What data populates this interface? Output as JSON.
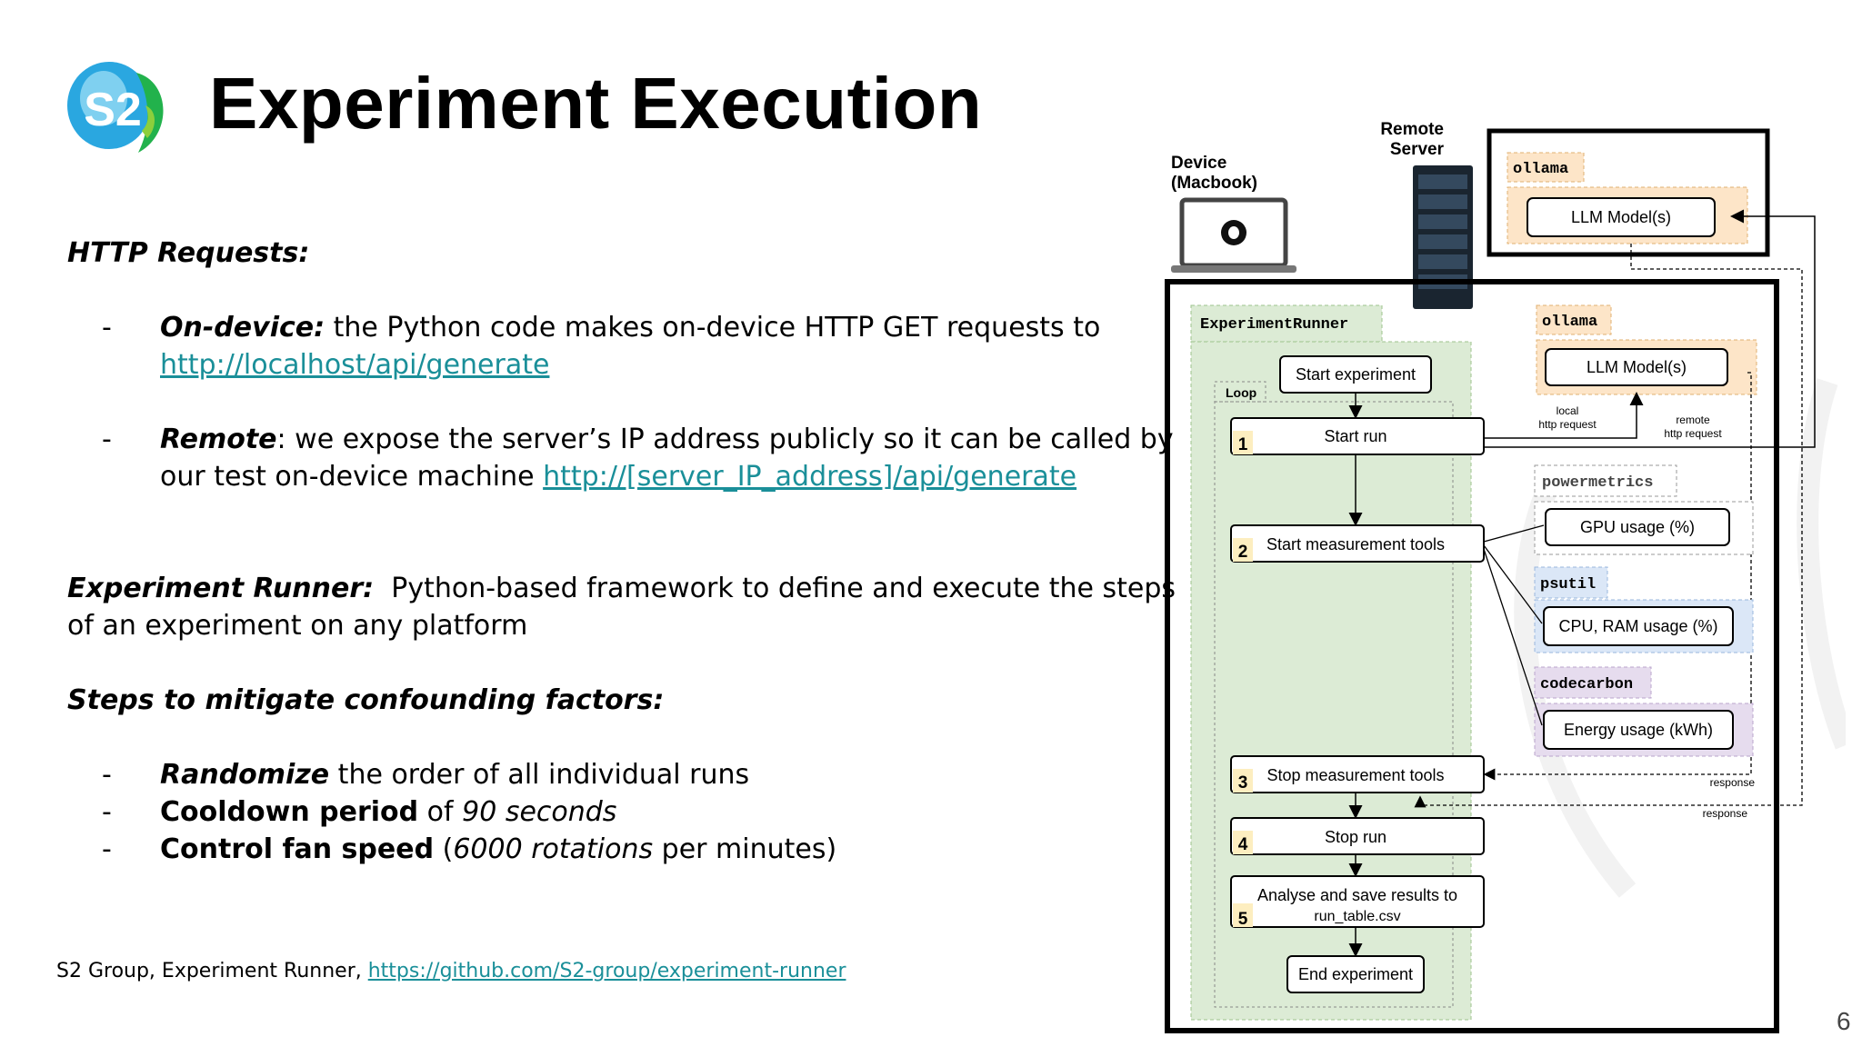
{
  "slide": {
    "title": "Experiment Execution",
    "page_number": "6",
    "logo_text": "S2"
  },
  "http_section": {
    "heading": "HTTP Requests:",
    "items": [
      {
        "dash": "-",
        "label": "On-device:",
        "text": " the Python code makes on-device HTTP GET requests to",
        "link": "http://localhost/api/generate"
      },
      {
        "dash": "-",
        "label": "Remote",
        "text_line1": ": we expose the server’s IP address publicly so it can be called by",
        "text_line2": "our test on-device machine ",
        "link": "http://[server_IP_address]/api/generate"
      }
    ]
  },
  "runner_section": {
    "label": "Experiment Runner:",
    "text_line1": "  Python-based framework to define and execute the steps",
    "text_line2": "of an experiment on any platform"
  },
  "mitigation_section": {
    "heading": "Steps to mitigate confounding factors:",
    "items": [
      {
        "dash": "-",
        "bold": "Randomize",
        "rest": " the order of all individual runs"
      },
      {
        "dash": "-",
        "bold": "Cooldown period",
        "mid": " of ",
        "ital": "90 seconds"
      },
      {
        "dash": "-",
        "bold": "Control fan speed",
        "pre": " (",
        "ital": "6000 rotations",
        "post": " per minutes)"
      }
    ]
  },
  "footer": {
    "text": "S2 Group, Experiment Runner, ",
    "link": "https://github.com/S2-group/experiment-runner"
  },
  "diagram": {
    "device_label_1": "Device",
    "device_label_2": "(Macbook)",
    "server_label_1": "Remote",
    "server_label_2": "Server",
    "remote_ollama": "ollama",
    "remote_llm": "LLM Model(s)",
    "runner_title": "ExperimentRunner",
    "loop_label": "Loop",
    "start_experiment": "Start experiment",
    "steps": [
      {
        "num": "1",
        "label": "Start run"
      },
      {
        "num": "2",
        "label": "Start measurement tools"
      },
      {
        "num": "3",
        "label": "Stop measurement tools"
      },
      {
        "num": "4",
        "label": "Stop run"
      },
      {
        "num": "5",
        "label": "Analyse and save results to",
        "sub": "run_table.csv"
      }
    ],
    "end_experiment": "End experiment",
    "local_ollama": "ollama",
    "local_llm": "LLM Model(s)",
    "local_req_1": "local",
    "local_req_2": "http request",
    "remote_req_1": "remote",
    "remote_req_2": "http request",
    "tools": [
      {
        "name": "powermetrics",
        "metric": "GPU usage (%)"
      },
      {
        "name": "psutil",
        "metric": "CPU, RAM usage (%)"
      },
      {
        "name": "codecarbon",
        "metric": "Energy usage (kWh)"
      }
    ],
    "response_1": "response",
    "response_2": "response",
    "colors": {
      "runner_bg": "#dcebd5",
      "ollama_bg": "#fde5c8",
      "psutil_bg": "#dbe7f7",
      "codecarbon_bg": "#e6dcee",
      "step_num_bg": "#fdeec0",
      "link": "#1a8f99"
    }
  }
}
